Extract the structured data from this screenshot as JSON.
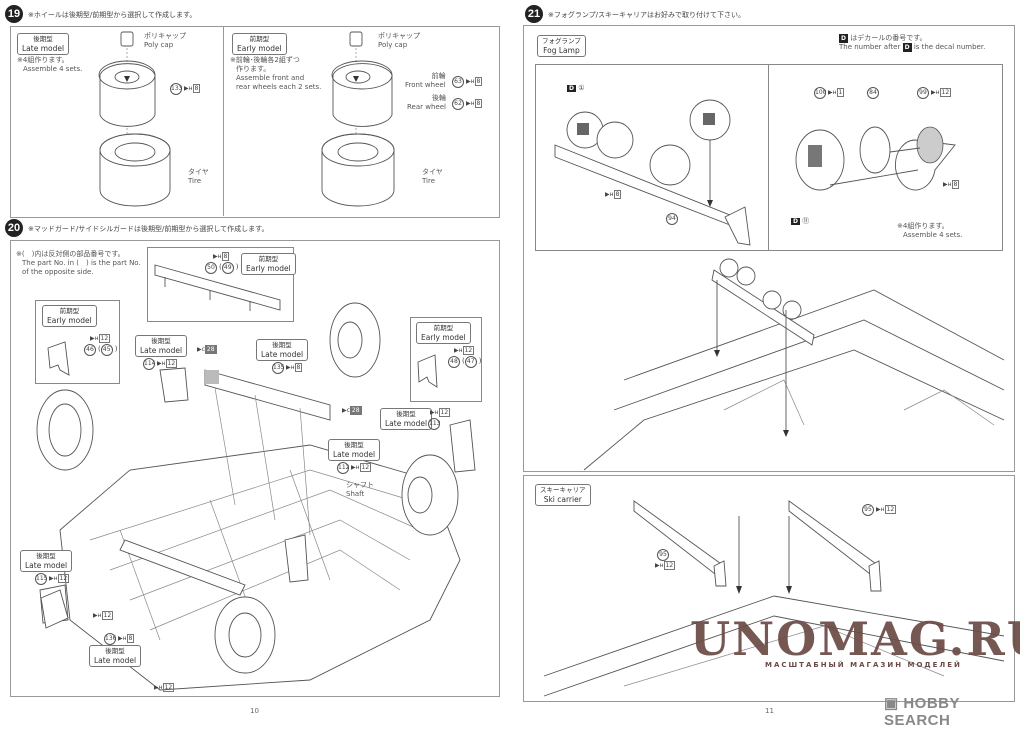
{
  "step19": {
    "number": "19",
    "title": "※ホイールは後期型/前期型から選択して作成します。",
    "late": {
      "tag_jp": "後期型",
      "tag_en": "Late model",
      "note_jp": "※4組作ります。",
      "note_en": "Assemble 4 sets.",
      "polycap_jp": "ポリキャップ",
      "polycap_en": "Poly cap",
      "part": "133",
      "sprue": "8",
      "tire_jp": "タイヤ",
      "tire_en": "Tire"
    },
    "early": {
      "tag_jp": "前期型",
      "tag_en": "Early model",
      "note_jp1": "※前輪･後輪各2組ずつ",
      "note_jp2": "作ります。",
      "note_en1": "Assemble front and",
      "note_en2": "rear wheels each 2 sets.",
      "polycap_jp": "ポリキャップ",
      "polycap_en": "Poly cap",
      "front_jp": "前輪",
      "front_en": "Front wheel",
      "front_part": "63",
      "front_sprue": "8",
      "rear_jp": "後輪",
      "rear_en": "Rear wheel",
      "rear_part": "62",
      "rear_sprue": "8",
      "tire_jp": "タイヤ",
      "tire_en": "Tire"
    }
  },
  "step20": {
    "number": "20",
    "title": "※マッドガード/サイドシルガードは後期型/前期型から選択して作成します。",
    "note_jp": "※(　)内は反対側の部品番号です。",
    "note_en1": "The part No. in (　) is the part No.",
    "note_en2": "of the opposite side.",
    "early_sill": {
      "tag_jp": "前期型",
      "tag_en": "Early model",
      "sprue": "8",
      "part": "50",
      "opp": "49"
    },
    "early_left": {
      "tag_jp": "前期型",
      "tag_en": "Early model",
      "sprue": "12",
      "part": "46",
      "opp": "45"
    },
    "late_114": {
      "tag_jp": "後期型",
      "tag_en": "Late model",
      "part": "114",
      "sprue": "12"
    },
    "pc_label1": "28",
    "pc_label2": "28",
    "late_135": {
      "tag_jp": "後期型",
      "tag_en": "Late model",
      "part": "135",
      "sprue": "8"
    },
    "early_right": {
      "tag_jp": "前期型",
      "tag_en": "Early model",
      "sprue": "12",
      "part": "48",
      "opp": "47"
    },
    "late_113": {
      "tag_jp": "後期型",
      "tag_en": "Late model",
      "sprue": "12",
      "part": "113"
    },
    "late_112": {
      "tag_jp": "後期型",
      "tag_en": "Late model",
      "part": "112",
      "sprue": "12"
    },
    "shaft_jp": "シャフト",
    "shaft_en": "Shaft",
    "late_115": {
      "tag_jp": "後期型",
      "tag_en": "Late model",
      "part": "115",
      "sprue": "12"
    },
    "ph12_a": "12",
    "late_136": {
      "tag_jp": "後期型",
      "tag_en": "Late model",
      "part": "136",
      "sprue": "8"
    },
    "ph12_b": "12",
    "page": "10"
  },
  "step21": {
    "number": "21",
    "title": "※フォグランプ/スキーキャリアはお好みで取り付けて下さい。",
    "fog": {
      "tag_jp": "フォグランプ",
      "tag_en": "Fog Lamp",
      "decal_note_jp": "はデカールの番号です。",
      "decal_note_en1": "The number after",
      "decal_note_en2": "is the decal number.",
      "decal_letter": "D",
      "decal1": "①",
      "sprue8": "8",
      "bar_part": "94",
      "lamp_part": "100",
      "lamp_sprue": "1",
      "lens_part": "84",
      "housing_part": "99",
      "housing_sprue": "12",
      "housing_sprue2": "8",
      "decal11": "⑪",
      "note_jp": "※4組作ります。",
      "note_en": "Assemble 4 sets."
    },
    "ski": {
      "tag_jp": "スキーキャリア",
      "tag_en": "Ski carrier",
      "part": "95",
      "sprue": "12"
    },
    "page": "11"
  },
  "watermark": {
    "main": "UNOMAG.RU",
    "sub": "МАСШТАБНЫЙ МАГАЗИН МОДЕЛЕЙ",
    "source": "HOBBY SEARCH"
  }
}
